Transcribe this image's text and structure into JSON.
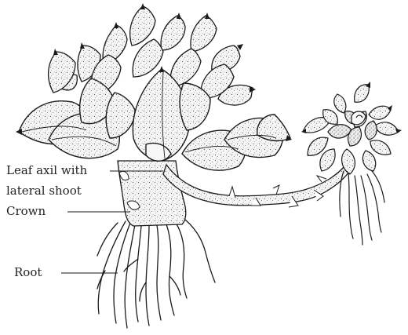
{
  "labels": {
    "leaf_axil_line1": "Leaf axil with",
    "leaf_axil_line2": "lateral shoot",
    "crown": "Crown",
    "root": "Root"
  },
  "colors": {
    "ink": "#1a1a1a",
    "leaf_fill": "#f3f3f3",
    "background": "#ffffff"
  }
}
